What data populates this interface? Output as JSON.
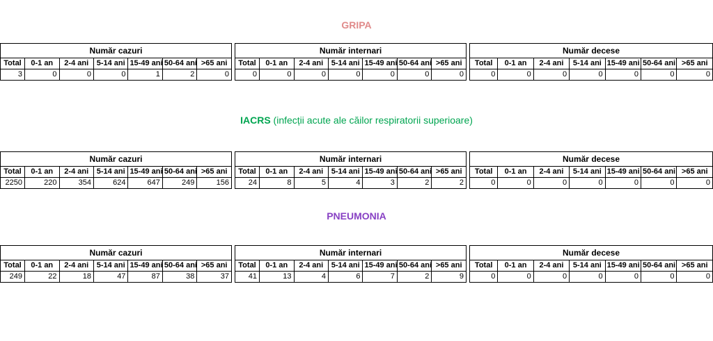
{
  "sections": [
    {
      "id": "gripa",
      "title_strong": "GRIPA",
      "title_light": "",
      "color": "#e08a8a",
      "blocks": [
        {
          "group_label": "Număr cazuri",
          "columns": [
            "Total",
            "0-1 an",
            "2-4 ani",
            "5-14 ani",
            "15-49 ani",
            "50-64 ani",
            ">65 ani"
          ],
          "values": [
            "3",
            "0",
            "0",
            "0",
            "1",
            "2",
            "0"
          ]
        },
        {
          "group_label": "Număr internari",
          "columns": [
            "Total",
            "0-1 an",
            "2-4 ani",
            "5-14 ani",
            "15-49 ani",
            "50-64 ani",
            ">65 ani"
          ],
          "values": [
            "0",
            "0",
            "0",
            "0",
            "0",
            "0",
            "0"
          ]
        },
        {
          "group_label": "Număr decese",
          "columns": [
            "Total",
            "0-1 an",
            "2-4 ani",
            "5-14 ani",
            "15-49 ani",
            "50-64 ani",
            ">65 ani"
          ],
          "values": [
            "0",
            "0",
            "0",
            "0",
            "0",
            "0",
            "0"
          ]
        }
      ]
    },
    {
      "id": "iacrs",
      "title_strong": "IACRS",
      "title_light": " (infecții acute ale căilor respiratorii superioare)",
      "color": "#00a550",
      "blocks": [
        {
          "group_label": "Număr cazuri",
          "columns": [
            "Total",
            "0-1 an",
            "2-4 ani",
            "5-14 ani",
            "15-49 ani",
            "50-64 ani",
            ">65 ani"
          ],
          "values": [
            "2250",
            "220",
            "354",
            "624",
            "647",
            "249",
            "156"
          ]
        },
        {
          "group_label": "Număr internari",
          "columns": [
            "Total",
            "0-1 an",
            "2-4 ani",
            "5-14 ani",
            "15-49 ani",
            "50-64 ani",
            ">65 ani"
          ],
          "values": [
            "24",
            "8",
            "5",
            "4",
            "3",
            "2",
            "2"
          ]
        },
        {
          "group_label": "Număr decese",
          "columns": [
            "Total",
            "0-1 an",
            "2-4 ani",
            "5-14 ani",
            "15-49 ani",
            "50-64 ani",
            ">65 ani"
          ],
          "values": [
            "0",
            "0",
            "0",
            "0",
            "0",
            "0",
            "0"
          ]
        }
      ]
    },
    {
      "id": "pneumonia",
      "title_strong": "PNEUMONIA",
      "title_light": "",
      "color": "#8841c4",
      "blocks": [
        {
          "group_label": "Număr cazuri",
          "columns": [
            "Total",
            "0-1 an",
            "2-4 ani",
            "5-14 ani",
            "15-49 ani",
            "50-64 ani",
            ">65 ani"
          ],
          "values": [
            "249",
            "22",
            "18",
            "47",
            "87",
            "38",
            "37"
          ]
        },
        {
          "group_label": "Număr internari",
          "columns": [
            "Total",
            "0-1 an",
            "2-4 ani",
            "5-14 ani",
            "15-49 ani",
            "50-64 ani",
            ">65 ani"
          ],
          "values": [
            "41",
            "13",
            "4",
            "6",
            "7",
            "2",
            "9"
          ]
        },
        {
          "group_label": "Număr decese",
          "columns": [
            "Total",
            "0-1 an",
            "2-4 ani",
            "5-14 ani",
            "15-49 ani",
            "50-64 ani",
            ">65 ani"
          ],
          "values": [
            "0",
            "0",
            "0",
            "0",
            "0",
            "0",
            "0"
          ]
        }
      ]
    }
  ]
}
